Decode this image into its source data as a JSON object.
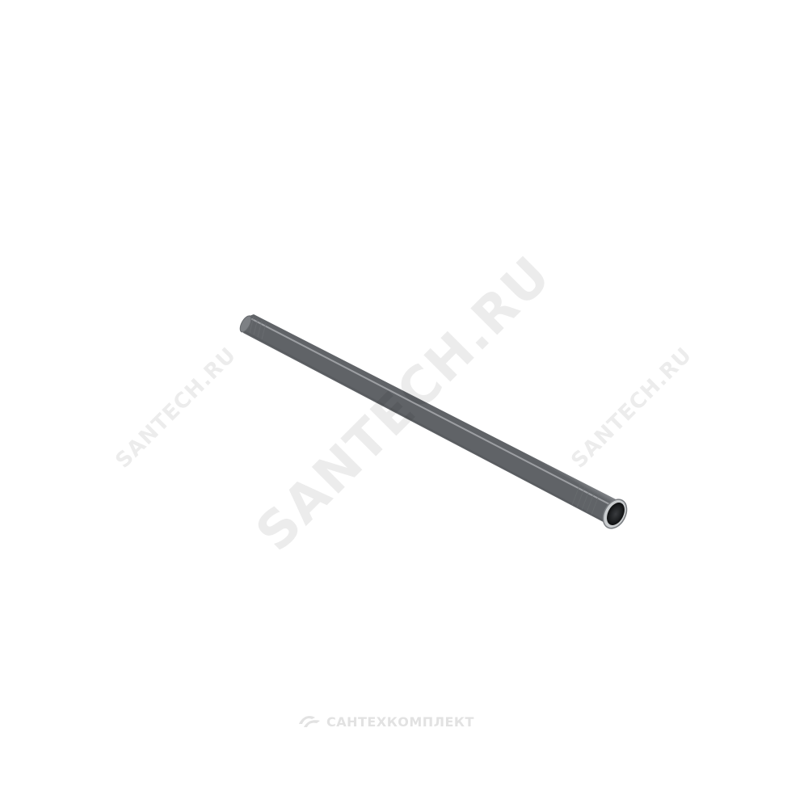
{
  "watermark": {
    "main_text": "SANTECH.RU",
    "side_text": "SANTECH.RU",
    "opacity": 0.07
  },
  "brand": {
    "name": "САНТЕХКОМПЛЕКТ",
    "color": "#e2e2e2"
  },
  "product": {
    "icon": "galvanized-steel-pipe",
    "body_color": "#8f9296",
    "highlight_color": "#c4c7ca",
    "shadow_color": "#5d6064",
    "inner_color": "#232527"
  }
}
